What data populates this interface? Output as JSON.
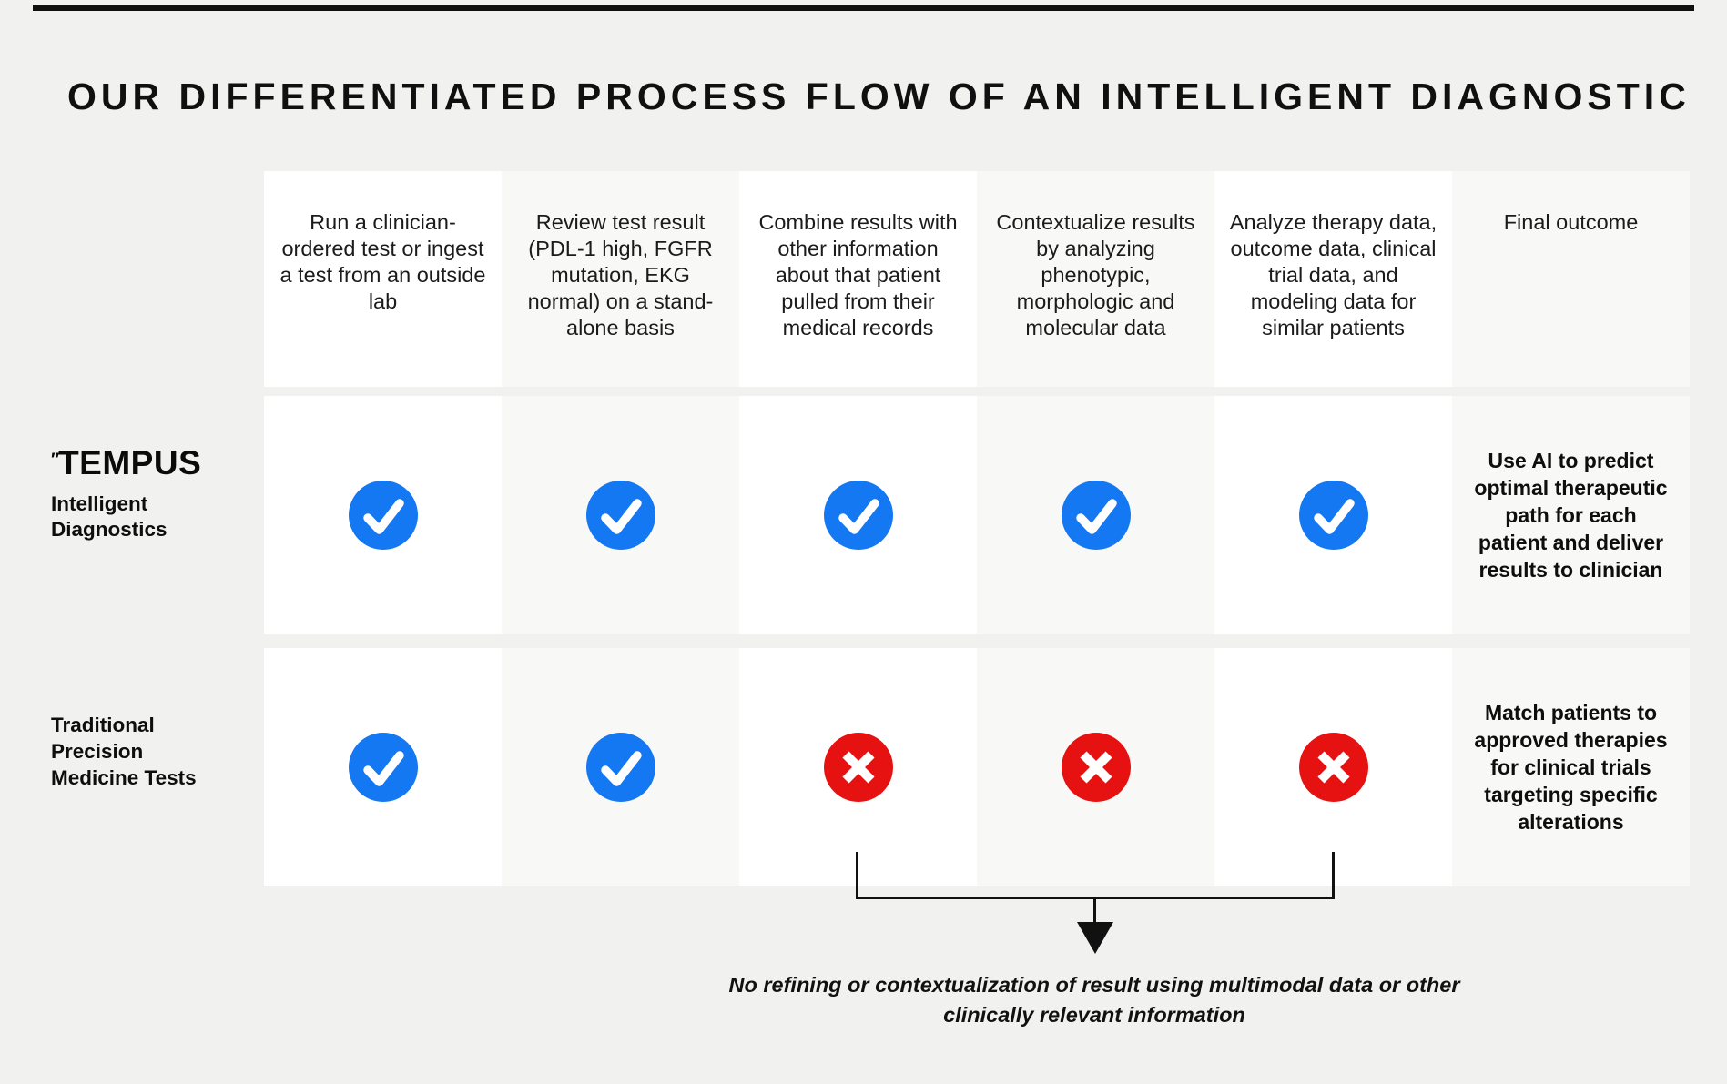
{
  "title": "OUR DIFFERENTIATED PROCESS FLOW OF AN INTELLIGENT DIAGNOSTIC",
  "columns": [
    {
      "header": "Run a clinician-ordered test or ingest a test from an outside lab"
    },
    {
      "header": "Review test result (PDL-1 high, FGFR mutation, EKG normal) on a stand-alone basis"
    },
    {
      "header": "Combine results with other information about that patient pulled from their medical records"
    },
    {
      "header": "Contextualize results by analyzing phenotypic, morphologic and molecular data"
    },
    {
      "header": "Analyze therapy data, outcome data, clinical trial data, and modeling data for similar patients"
    },
    {
      "header": "Final outcome"
    }
  ],
  "rows": [
    {
      "brand": "TEMPUS",
      "brand_mark": "″",
      "label": "Intelligent Diagnostics",
      "steps": [
        "check",
        "check",
        "check",
        "check",
        "check"
      ],
      "outcome": "Use AI to predict optimal therapeutic path for each patient and deliver results to clinician"
    },
    {
      "label": "Traditional Precision Medicine Tests",
      "steps": [
        "check",
        "check",
        "cross",
        "cross",
        "cross"
      ],
      "outcome": "Match patients to approved therapies for clinical trials targeting specific alterations"
    }
  ],
  "annotation": {
    "line1": "No refining or contextualization of result using multimodal data or other",
    "line2": "clinically relevant information"
  },
  "colors": {
    "check_blue": "#1478f2",
    "cross_red": "#e61212",
    "icon_glyph": "#ffffff",
    "accent_bar": "#101010",
    "page_bg": "#f1f1ef",
    "cell_white": "#ffffff",
    "cell_gray": "#f8f8f6"
  }
}
